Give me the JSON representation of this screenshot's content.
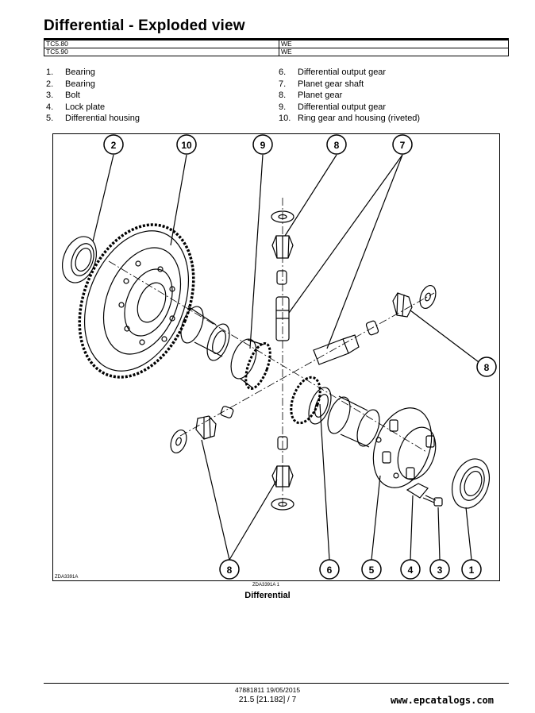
{
  "header": {
    "title": "Differential - Exploded view"
  },
  "models": [
    {
      "model": "TC5.80",
      "market": "WE"
    },
    {
      "model": "TC5.90",
      "market": "WE"
    }
  ],
  "parts_left": [
    {
      "num": "1.",
      "label": "Bearing"
    },
    {
      "num": "2.",
      "label": "Bearing"
    },
    {
      "num": "3.",
      "label": "Bolt"
    },
    {
      "num": "4.",
      "label": "Lock plate"
    },
    {
      "num": "5.",
      "label": "Differential housing"
    }
  ],
  "parts_right": [
    {
      "num": "6.",
      "label": "Differential output gear"
    },
    {
      "num": "7.",
      "label": "Planet gear shaft"
    },
    {
      "num": "8.",
      "label": "Planet gear"
    },
    {
      "num": "9.",
      "label": "Differential output gear"
    },
    {
      "num": "10.",
      "label": "Ring gear and housing (riveted)"
    }
  ],
  "figure": {
    "callouts": [
      "2",
      "10",
      "9",
      "8",
      "7",
      "8",
      "8",
      "6",
      "5",
      "4",
      "3",
      "1"
    ],
    "code": "ZDA3391A",
    "ref": "ZDA3391A   1",
    "caption": "Differential"
  },
  "footer": {
    "doc": "47881811 19/05/2015",
    "page": "21.5 [21.182] / 7",
    "watermark": "www.epcatalogs.com"
  }
}
